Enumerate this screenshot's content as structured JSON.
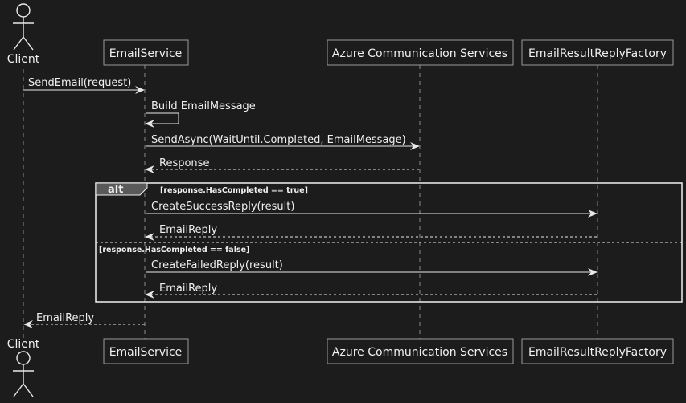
{
  "participants": [
    {
      "id": "client",
      "label": "Client",
      "kind": "actor"
    },
    {
      "id": "email_service",
      "label": "EmailService",
      "kind": "participant"
    },
    {
      "id": "acs",
      "label": "Azure Communication Services",
      "kind": "participant"
    },
    {
      "id": "factory",
      "label": "EmailResultReplyFactory",
      "kind": "participant"
    }
  ],
  "messages": [
    {
      "from": "client",
      "to": "email_service",
      "label": "SendEmail(request)",
      "style": "solid"
    },
    {
      "from": "email_service",
      "to": "email_service",
      "label": "Build EmailMessage",
      "style": "solid"
    },
    {
      "from": "email_service",
      "to": "acs",
      "label": "SendAsync(WaitUntil.Completed, EmailMessage)",
      "style": "solid"
    },
    {
      "from": "acs",
      "to": "email_service",
      "label": "Response",
      "style": "dashed"
    },
    {
      "from": "email_service",
      "to": "factory",
      "label": "CreateSuccessReply(result)",
      "style": "solid"
    },
    {
      "from": "factory",
      "to": "email_service",
      "label": "EmailReply",
      "style": "dashed"
    },
    {
      "from": "email_service",
      "to": "factory",
      "label": "CreateFailedReply(result)",
      "style": "solid"
    },
    {
      "from": "factory",
      "to": "email_service",
      "label": "EmailReply",
      "style": "dashed"
    },
    {
      "from": "email_service",
      "to": "client",
      "label": "EmailReply",
      "style": "dashed"
    }
  ],
  "alt_fragment": {
    "keyword": "alt",
    "condition_1": "[response.HasCompleted == true]",
    "condition_2": "[response.HasCompleted == false]"
  },
  "colors": {
    "background": "#1c1c1c",
    "line": "#e8e8e8",
    "lifeline": "#8a8a8a",
    "box_fill": "#1c1c1c",
    "box_border": "#9a9a9a",
    "alt_tab": "#5a5a5a",
    "text": "#f0f0f0"
  }
}
